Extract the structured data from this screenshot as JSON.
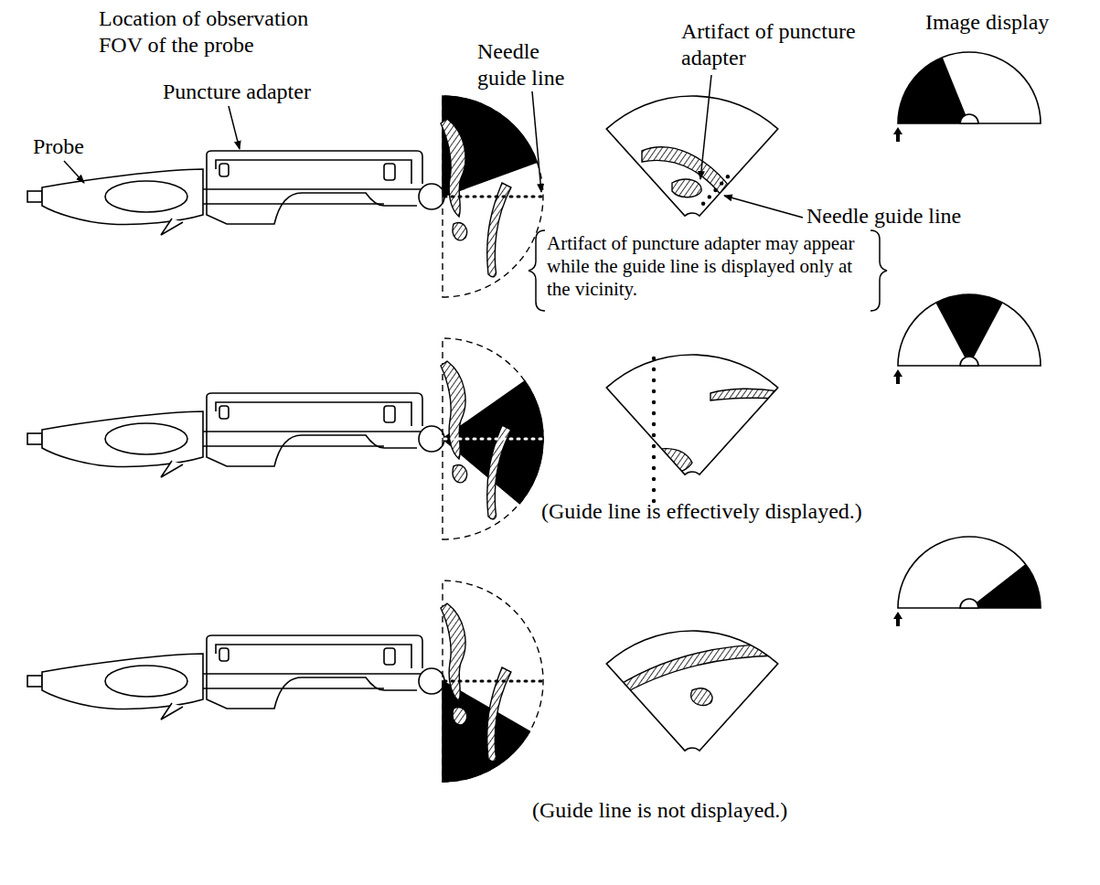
{
  "diagram": {
    "labels": [
      "Location of observation FOV of the probe",
      "Image display",
      "Needle guide line",
      "Artifact of puncture adapter",
      "Probe",
      "Puncture adapter",
      "Needle guide line",
      "Artifact of puncture adapter may appear while the guide line is displayed only at the vicinity.",
      "(Guide line is effectively displayed.)",
      "(Guide line is not displayed.)"
    ]
  }
}
